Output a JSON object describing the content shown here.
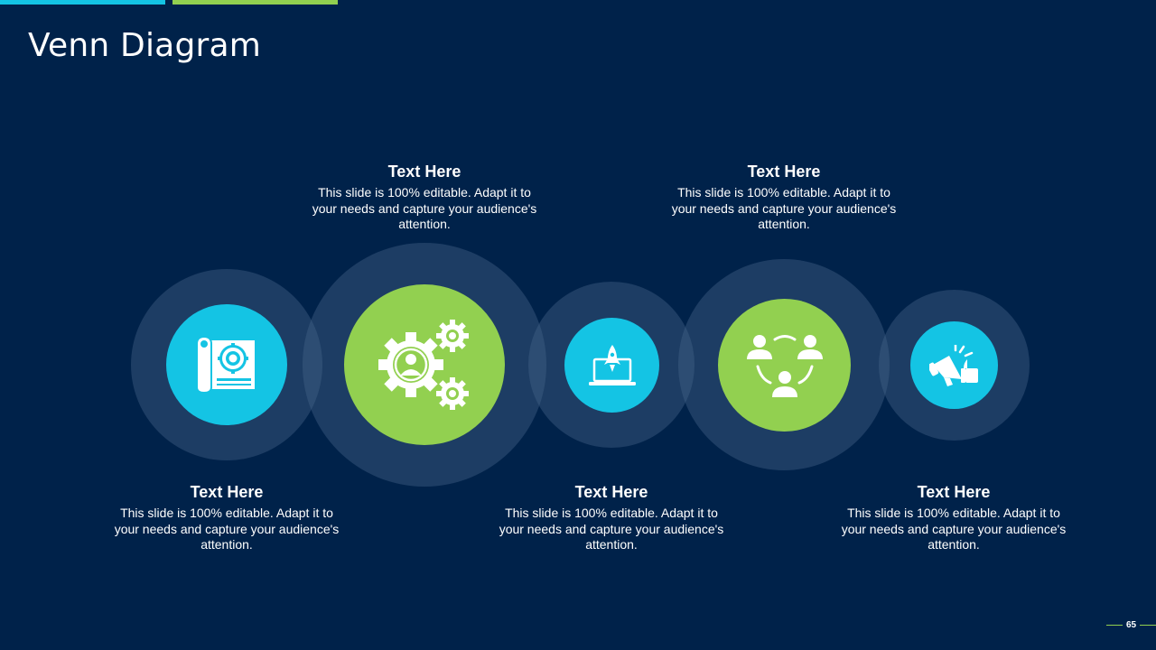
{
  "title": "Venn Diagram",
  "colors": {
    "background": "#00224a",
    "accent_cyan": "#14c4e4",
    "accent_green": "#92d050",
    "ring": "#2a4a6e"
  },
  "items": [
    {
      "heading": "Text Here",
      "body": "This slide is 100% editable. Adapt it to your needs and capture your audience's attention.",
      "icon": "blueprint-gear-icon",
      "color": "cyan"
    },
    {
      "heading": "Text Here",
      "body": "This slide is 100% editable. Adapt it to your needs and capture your audience's attention.",
      "icon": "gears-person-icon",
      "color": "green"
    },
    {
      "heading": "Text Here",
      "body": "This slide is 100% editable. Adapt it to your needs and capture your audience's attention.",
      "icon": "laptop-rocket-icon",
      "color": "cyan"
    },
    {
      "heading": "Text Here",
      "body": "This slide is 100% editable. Adapt it to your needs and capture your audience's attention.",
      "icon": "team-network-icon",
      "color": "green"
    },
    {
      "heading": "Text Here",
      "body": "This slide is 100% editable. Adapt it to your needs and capture your audience's attention.",
      "icon": "megaphone-thumbs-up-icon",
      "color": "cyan"
    }
  ],
  "page_number": "65"
}
